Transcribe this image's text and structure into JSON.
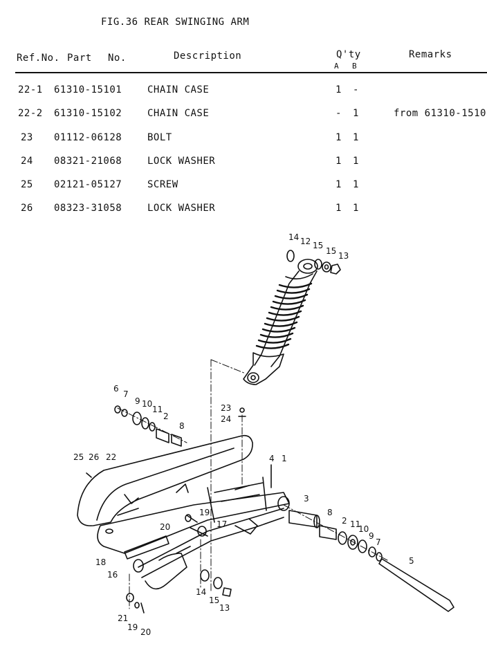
{
  "title": "FIG.36  REAR SWINGING ARM",
  "headers": {
    "ref_no": "Ref.No.",
    "part": "Part",
    "no": "No.",
    "description": "Description",
    "qty": "Q'ty",
    "qty_a": "A",
    "qty_b": "B",
    "remarks": "Remarks"
  },
  "rows": [
    {
      "ref": "22-1",
      "part": "61310-15101",
      "desc": "CHAIN CASE",
      "a": "1",
      "b": "-",
      "remarks": ""
    },
    {
      "ref": "22-2",
      "part": "61310-15102",
      "desc": "CHAIN CASE",
      "a": "-",
      "b": "1",
      "remarks": "from 61310-15101"
    },
    {
      "ref": "23",
      "part": "01112-06128",
      "desc": "BOLT",
      "a": "1",
      "b": "1",
      "remarks": ""
    },
    {
      "ref": "24",
      "part": "08321-21068",
      "desc": "LOCK WASHER",
      "a": "1",
      "b": "1",
      "remarks": ""
    },
    {
      "ref": "25",
      "part": "02121-05127",
      "desc": "SCREW",
      "a": "1",
      "b": "1",
      "remarks": ""
    },
    {
      "ref": "26",
      "part": "08323-31058",
      "desc": "LOCK WASHER",
      "a": "1",
      "b": "1",
      "remarks": ""
    }
  ],
  "diagram_labels": [
    "14",
    "12",
    "15",
    "15",
    "13",
    "6",
    "7",
    "9",
    "10",
    "11",
    "2",
    "8",
    "23",
    "24",
    "25",
    "26",
    "22",
    "4",
    "1",
    "3",
    "8",
    "2",
    "11",
    "10",
    "9",
    "7",
    "5",
    "19",
    "20",
    "17",
    "18",
    "16",
    "14",
    "15",
    "13",
    "21",
    "19",
    "20"
  ]
}
